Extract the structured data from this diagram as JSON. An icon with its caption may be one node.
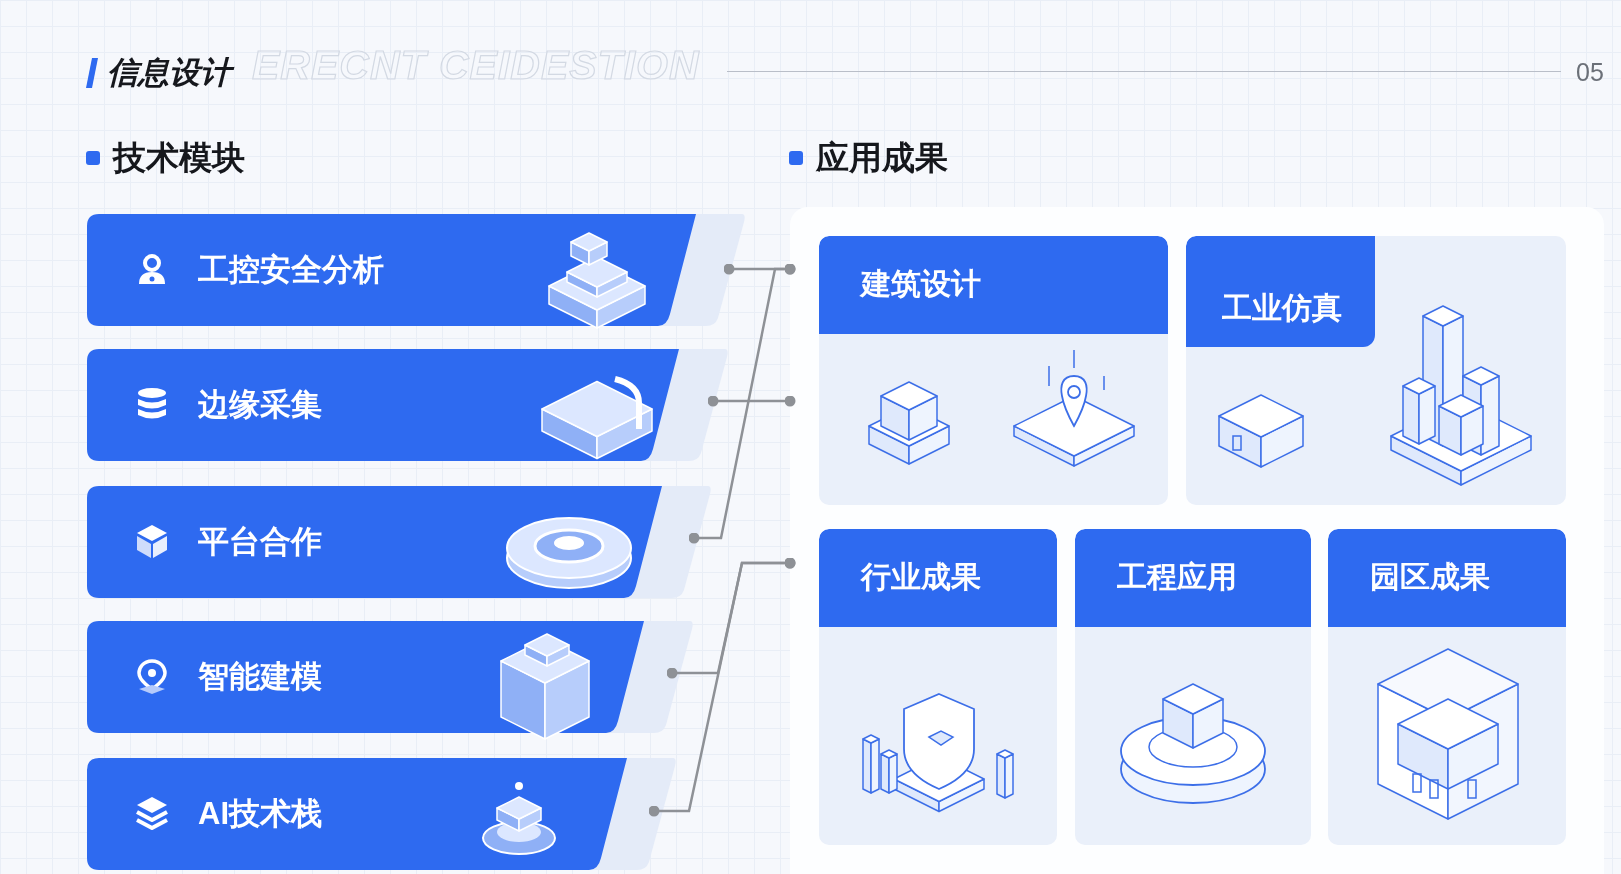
{
  "diagram": {
    "title": "信息设计",
    "nodes": [
      {
        "text": [
          "工控安全分析"
        ]
      },
      {
        "text": [
          "边缘采集"
        ]
      },
      {
        "text": [
          "平台合作"
        ]
      },
      {
        "text": [
          "智能建模"
        ]
      },
      {
        "text": [
          "AI技术栈"
        ]
      },
      {
        "text": [],
        "shape": "box"
      },
      {
        "text": [
          "建筑设计"
        ],
        "in": 5
      },
      {
        "text": [
          "工业仿真"
        ],
        "in": 5
      },
      {
        "text": [
          "行业成果"
        ],
        "in": 5
      },
      {
        "text": [
          "工程应用"
        ],
        "in": 5
      },
      {
        "text": [
          "园区成果"
        ],
        "in": 5
      }
    ],
    "edges": [
      {
        "from": 0,
        "to": 5,
        "arrow": "other"
      },
      {
        "from": 1,
        "to": 5,
        "arrow": "other"
      },
      {
        "from": 2,
        "to": 5,
        "arrow": "other"
      },
      {
        "from": 3,
        "to": 5,
        "arrow": "other"
      },
      {
        "from": 4,
        "to": 5,
        "arrow": "other"
      }
    ],
    "labels": [
      "ERECNT CEIDESTION",
      "05",
      "技术模块",
      "应用成果"
    ]
  }
}
